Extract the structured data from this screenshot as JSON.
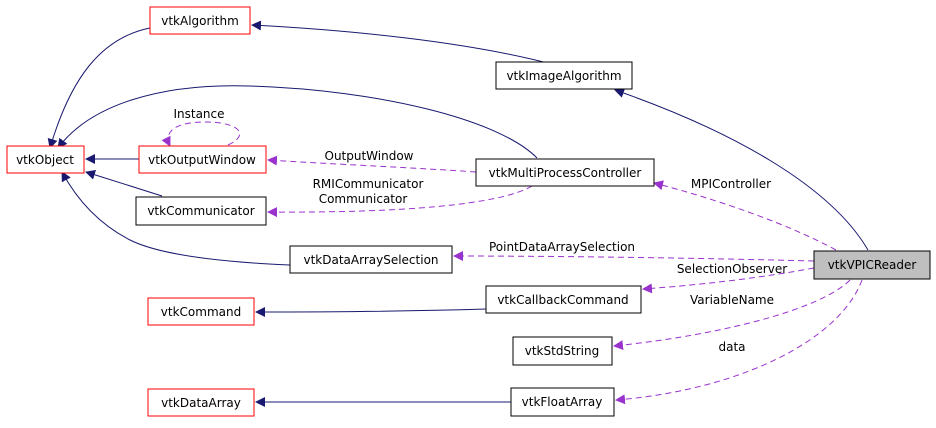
{
  "colors": {
    "inheritance": "#191970",
    "usage": "#9a32cd",
    "highlight_fill": "#bfbfbf",
    "undocumented_border": "#ff0000",
    "documented_border": "#000000"
  },
  "nodes": {
    "vtkAlgorithm": "vtkAlgorithm",
    "vtkImageAlgorithm": "vtkImageAlgorithm",
    "vtkObject": "vtkObject",
    "vtkOutputWindow": "vtkOutputWindow",
    "vtkMultiProcessController": "vtkMultiProcessController",
    "vtkCommunicator": "vtkCommunicator",
    "vtkDataArraySelection": "vtkDataArraySelection",
    "vtkVPICReader": "vtkVPICReader",
    "vtkCommand": "vtkCommand",
    "vtkCallbackCommand": "vtkCallbackCommand",
    "vtkStdString": "vtkStdString",
    "vtkDataArray": "vtkDataArray",
    "vtkFloatArray": "vtkFloatArray"
  },
  "edge_labels": {
    "instance": "Instance",
    "output_window": "OutputWindow",
    "rmi_communicator": "RMICommunicator",
    "communicator": "Communicator",
    "mpi_controller": "MPIController",
    "point_data_array_selection": "PointDataArraySelection",
    "selection_observer": "SelectionObserver",
    "variable_name": "VariableName",
    "data": "data"
  }
}
